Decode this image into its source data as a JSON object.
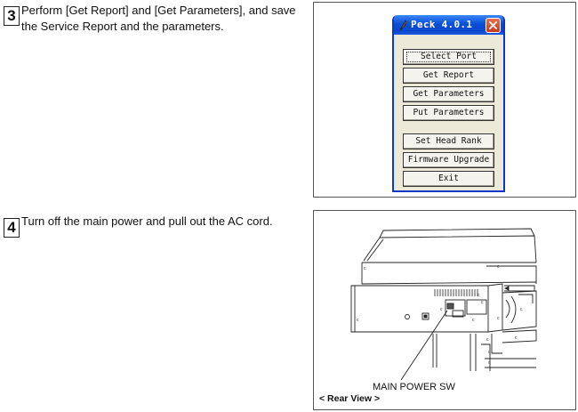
{
  "steps": [
    {
      "number": "3",
      "text_line1": "Perform [Get Report] and [Get Parameters], and save",
      "text_line2": "the Service Report and the parameters."
    },
    {
      "number": "4",
      "text_line1": "Turn off the main power and pull out the AC cord."
    }
  ],
  "dialog": {
    "title": "Peck 4.0.1",
    "icon": "feather-icon",
    "buttons": [
      {
        "label": "Select Port"
      },
      {
        "label": "Get Report"
      },
      {
        "label": "Get Parameters"
      },
      {
        "label": "Put Parameters"
      },
      {
        "label": "Set Head Rank"
      },
      {
        "label": "Firmware Upgrade"
      },
      {
        "label": "Exit"
      }
    ]
  },
  "figure": {
    "callout": "MAIN POWER SW",
    "view_label": "< Rear View >"
  },
  "colors": {
    "titlebar": "#0a4fd8",
    "dialog_bg": "#ece9d8",
    "close_button": "#c8391b"
  }
}
